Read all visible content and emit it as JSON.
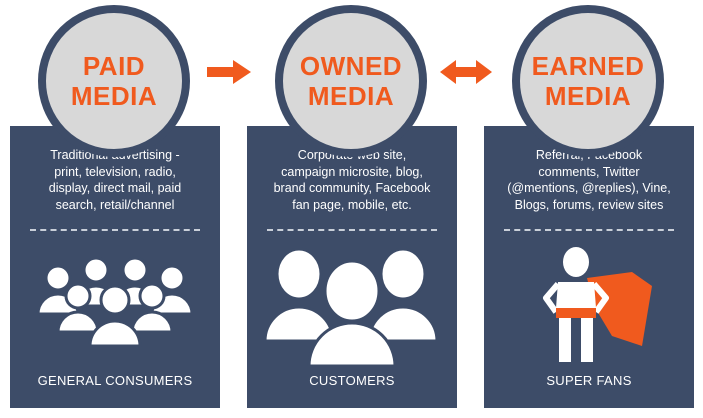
{
  "columns": [
    {
      "title_line1": "PAID",
      "title_line2": "MEDIA",
      "description": [
        "Traditional advertising -",
        "print, television, radio,",
        "display, direct mail, paid",
        "search, retail/channel"
      ],
      "label": "GENERAL CONSUMERS",
      "icon": "crowd-icon"
    },
    {
      "title_line1": "OWNED",
      "title_line2": "MEDIA",
      "description": [
        "Corporate web site,",
        "campaign microsite, blog,",
        "brand community, Facebook",
        "fan page, mobile, etc."
      ],
      "label": "CUSTOMERS",
      "icon": "customers-icon"
    },
    {
      "title_line1": "EARNED",
      "title_line2": "MEDIA",
      "description": [
        "Referral, Facebook",
        "comments, Twitter",
        "(@mentions, @replies), Vine,",
        "Blogs, forums, review sites"
      ],
      "label": "SUPER FANS",
      "icon": "superhero-icon"
    }
  ],
  "colors": {
    "accent": "#f05a1e",
    "panel": "#3d4c68",
    "circle": "#d8d8d8",
    "text_light": "#ffffff"
  },
  "arrows": [
    "arrow-right-icon",
    "arrow-double-icon"
  ]
}
